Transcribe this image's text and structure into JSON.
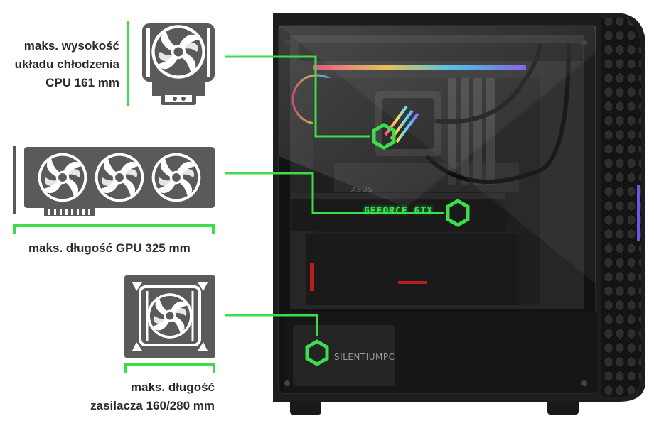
{
  "colors": {
    "accent_green": "#3ddc4a",
    "icon_gray": "#5a5a5a",
    "text": "#2b2b2b",
    "case_body": "#1b1b1b"
  },
  "specs": {
    "cpu_cooler": {
      "icon": "cpu-cooler-icon",
      "lines": [
        "maks. wysokość",
        "układu chłodzenia",
        "CPU 161 mm"
      ]
    },
    "gpu": {
      "icon": "graphics-card-icon",
      "lines": [
        "maks. długość GPU 325 mm"
      ]
    },
    "psu": {
      "icon": "power-supply-icon",
      "lines": [
        "maks. długość",
        "zasilacza 160/280 mm"
      ]
    }
  },
  "case": {
    "psu_shroud_brand": "SILENTIUMPC",
    "gpu_branding": "GEFORCE GTX",
    "motherboard_branding": "ASUS"
  }
}
